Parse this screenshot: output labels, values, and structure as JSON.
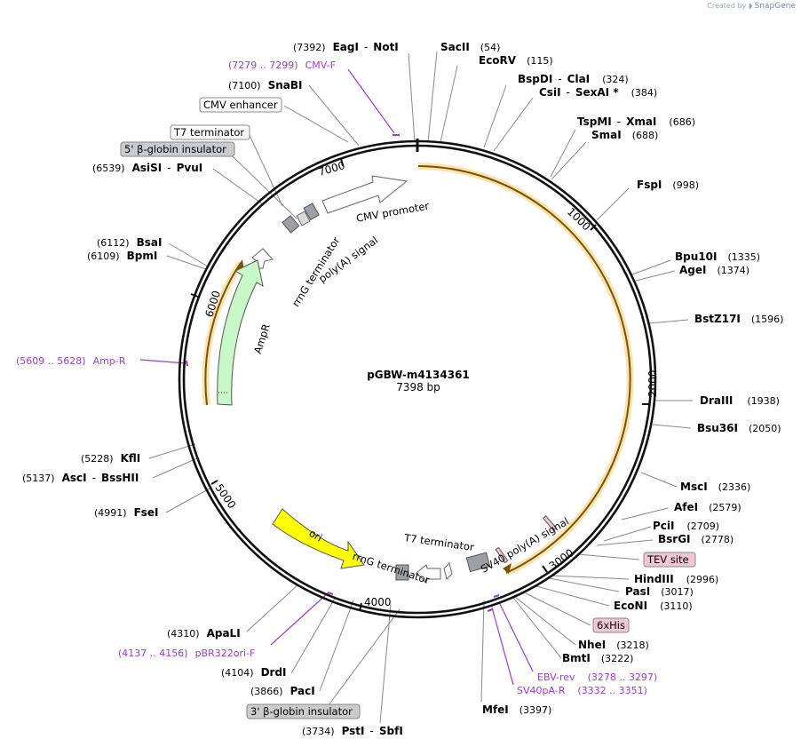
{
  "credit": {
    "prefix": "Created by",
    "brand": "SnapGene"
  },
  "plasmid": {
    "name": "pGBW-m4134361",
    "length_label": "7398 bp",
    "length": 7398
  },
  "ticks": [
    "1000",
    "2000",
    "3000",
    "4000",
    "5000",
    "6000",
    "7000"
  ],
  "enzymes": [
    {
      "name": "EagI",
      "name2": "NotI",
      "pos": "(7392)"
    },
    {
      "name": "SacII",
      "pos": "(54)"
    },
    {
      "name": "EcoRV",
      "pos": "(115)"
    },
    {
      "name": "BspDI",
      "name2": "ClaI",
      "pos": "(324)"
    },
    {
      "name": "CsiI",
      "name2": "SexAI *",
      "pos": "(384)"
    },
    {
      "name": "TspMI",
      "name2": "XmaI",
      "pos": "(686)"
    },
    {
      "name": "SmaI",
      "pos": "(688)"
    },
    {
      "name": "FspI",
      "pos": "(998)"
    },
    {
      "name": "Bpu10I",
      "pos": "(1335)"
    },
    {
      "name": "AgeI",
      "pos": "(1374)"
    },
    {
      "name": "BstZ17I",
      "pos": "(1596)"
    },
    {
      "name": "DraIII",
      "pos": "(1938)"
    },
    {
      "name": "Bsu36I",
      "pos": "(2050)"
    },
    {
      "name": "MscI",
      "pos": "(2336)"
    },
    {
      "name": "AfeI",
      "pos": "(2579)"
    },
    {
      "name": "PciI",
      "pos": "(2709)"
    },
    {
      "name": "BsrGI",
      "pos": "(2778)"
    },
    {
      "name": "HindIII",
      "pos": "(2996)"
    },
    {
      "name": "PasI",
      "pos": "(3017)"
    },
    {
      "name": "EcoNI",
      "pos": "(3110)"
    },
    {
      "name": "NheI",
      "pos": "(3218)"
    },
    {
      "name": "BmtI",
      "pos": "(3222)"
    },
    {
      "name": "MfeI",
      "pos": "(3397)"
    },
    {
      "name": "PstI",
      "name2": "SbfI",
      "pos": "(3734)"
    },
    {
      "name": "PacI",
      "pos": "(3866)"
    },
    {
      "name": "DrdI",
      "pos": "(4104)"
    },
    {
      "name": "ApaLI",
      "pos": "(4310)"
    },
    {
      "name": "FseI",
      "pos": "(4991)"
    },
    {
      "name": "AscI",
      "name2": "BssHII",
      "pos": "(5137)"
    },
    {
      "name": "KflI",
      "pos": "(5228)"
    },
    {
      "name": "BpmI",
      "pos": "(6109)"
    },
    {
      "name": "BsaI",
      "pos": "(6112)"
    },
    {
      "name": "AsiSI",
      "name2": "PvuI",
      "pos": "(6539)"
    },
    {
      "name": "SnaBI",
      "pos": "(7100)"
    }
  ],
  "primers": [
    {
      "name": "CMV-F",
      "range": "(7279 .. 7299)"
    },
    {
      "name": "Amp-R",
      "range": "(5609 .. 5628)"
    },
    {
      "name": "pBR322ori-F",
      "range": "(4137 .. 4156)"
    },
    {
      "name": "EBV-rev",
      "range": "(3278 .. 3297)"
    },
    {
      "name": "SV40pA-R",
      "range": "(3332 .. 3351)"
    }
  ],
  "boxed_features": {
    "cmv_enhancer": "CMV enhancer",
    "t7_terminator_top": "T7 terminator",
    "globin5": "5' β-globin insulator",
    "globin3": "3' β-globin insulator",
    "tev": "TEV site",
    "his": "6xHis"
  },
  "inner_features": {
    "cmv_promoter": "CMV promoter",
    "polya": "poly(A) signal",
    "rrng_top": "rrnG terminator",
    "ampr": "AmpR",
    "ori": "ori",
    "rrng_bottom": "rrnG terminator",
    "t7_bottom": "T7 terminator",
    "sv40": "SV40 poly(A) signal"
  },
  "colors": {
    "primer": "#a238d8",
    "ampr": "#c8f7c8",
    "ori": "#ffff00",
    "orf": "#f3b23b",
    "grey_box": "#c8ccd0",
    "pink_box": "#efc6d3"
  }
}
